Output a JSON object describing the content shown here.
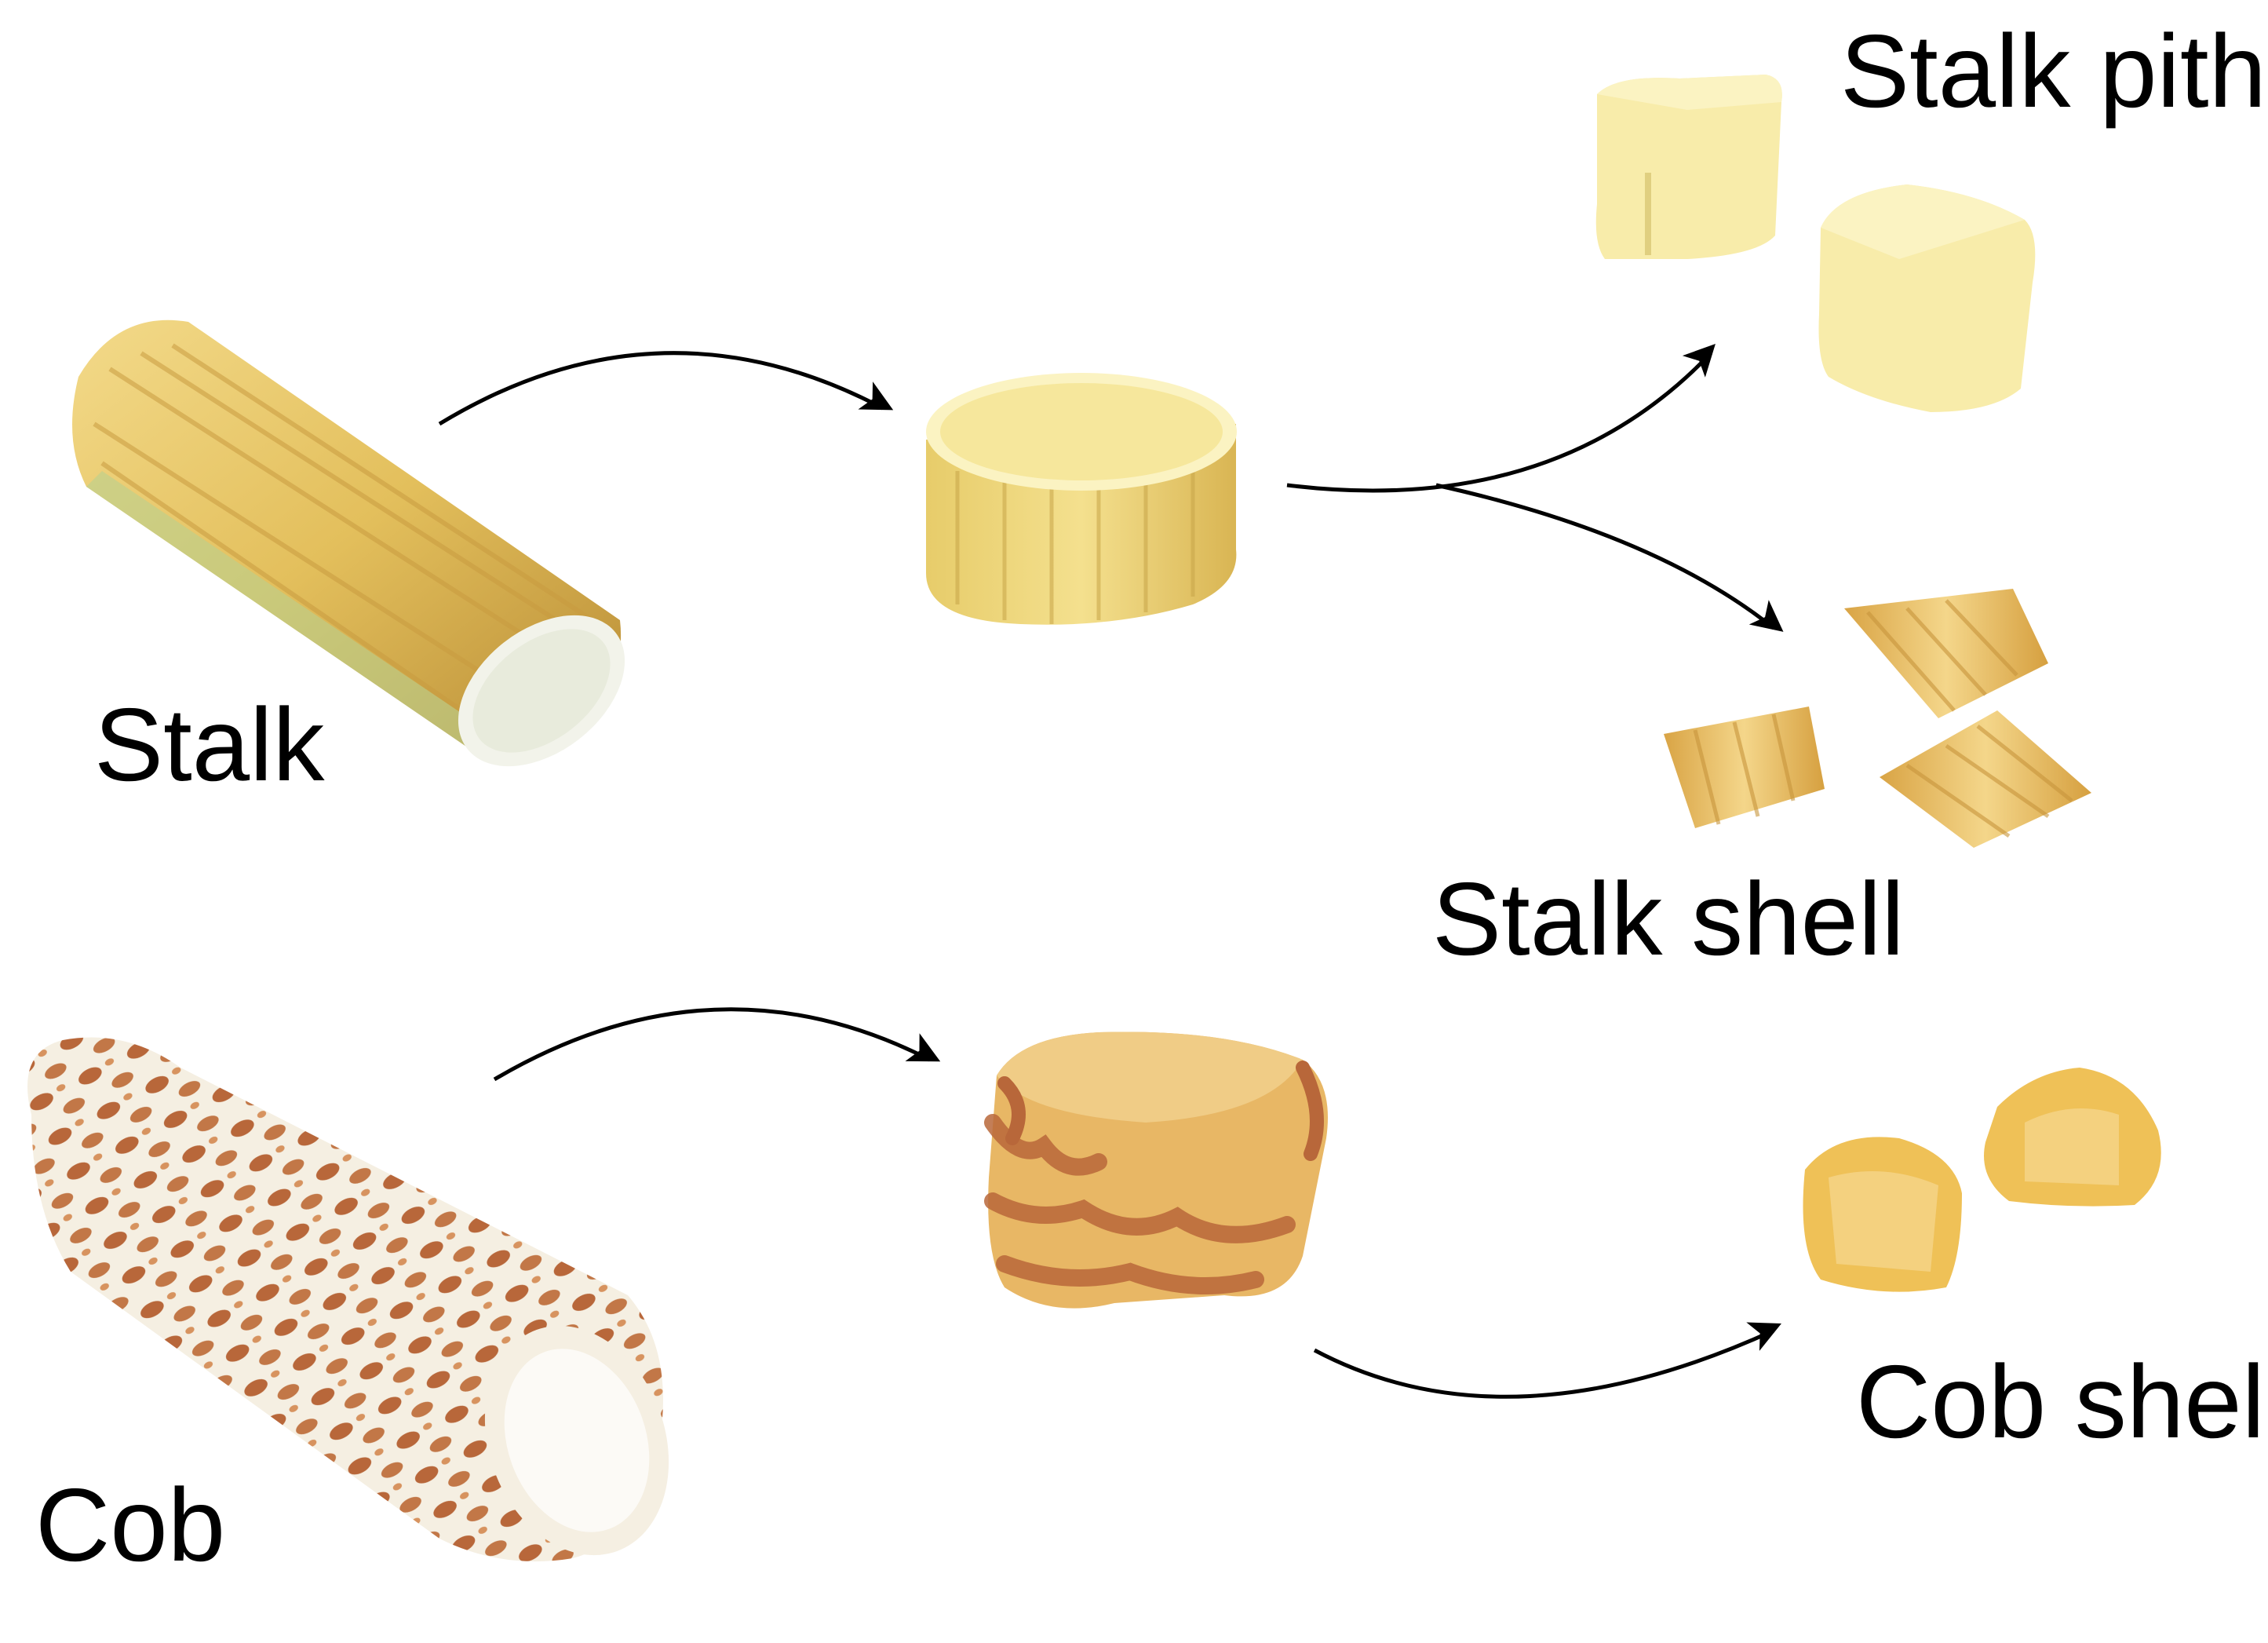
{
  "labels": {
    "stalk": "Stalk",
    "cob": "Cob",
    "stalk_pith": "Stalk pith",
    "stalk_shell": "Stalk shell",
    "cob_shell": "Cob shell"
  },
  "colors": {
    "background": "#ffffff",
    "text": "#000000",
    "arrow": "#000000",
    "stalk_rind": "#e3bf5c",
    "stalk_rind_dark": "#b88c35",
    "stalk_rind_light": "#f3da8a",
    "stalk_core": "#f2f3ea",
    "pith": "#f8ecaa",
    "pith_top": "#fbf3c2",
    "shell": "#e3b24e",
    "shell_light": "#f4d68a",
    "cob_white": "#f5efe2",
    "cob_brown": "#b8673a",
    "cob_slice": "#e8b765",
    "cob_shell": "#efc157"
  },
  "icons": [
    "arrow",
    "stalk-segment",
    "stalk-disc",
    "pith-cube",
    "shell-chip",
    "cob",
    "cob-disc",
    "cob-shell-piece"
  ]
}
